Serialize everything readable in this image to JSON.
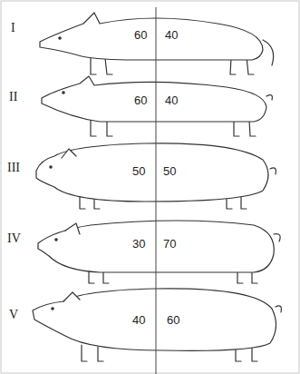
{
  "diagram": {
    "labels": [
      "I",
      "60",
      "40",
      "II",
      "60",
      "40",
      "III",
      "50",
      "50",
      "IV",
      "30",
      "70",
      "V",
      "40",
      "60"
    ]
  }
}
